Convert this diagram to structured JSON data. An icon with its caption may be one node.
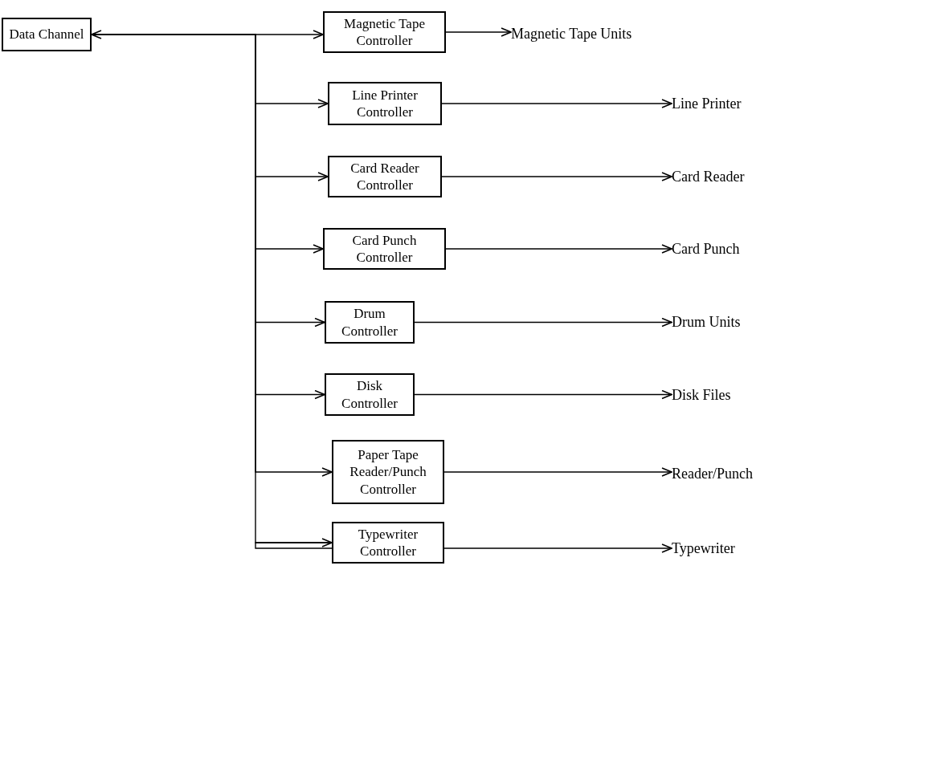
{
  "diagram": {
    "nodes": [
      {
        "text": [
          "Data Channel"
        ]
      },
      {
        "text": [
          "Magnetic Tape Controller"
        ]
      },
      {
        "text": [
          "Magnetic Tape Units"
        ]
      },
      {
        "text": [
          "Line Printer Controller"
        ]
      },
      {
        "text": [
          "Line Printer"
        ]
      },
      {
        "text": [
          "Card Reader Controller"
        ]
      },
      {
        "text": [
          "Card Reader"
        ]
      },
      {
        "text": [
          "Card Punch Controller"
        ]
      },
      {
        "text": [
          "Card Punch"
        ]
      },
      {
        "text": [
          "Drum Controller"
        ]
      },
      {
        "text": [
          "Drum Units"
        ]
      },
      {
        "text": [
          "Disk Controller"
        ]
      },
      {
        "text": [
          "Disk Files"
        ]
      },
      {
        "text": [
          "Paper Tape Reader/Punch Controller"
        ]
      },
      {
        "text": [
          "Reader/Punch"
        ]
      },
      {
        "text": [
          "Typewriter Controller"
        ]
      },
      {
        "text": [
          "Typewriter"
        ]
      }
    ],
    "edges": [
      {
        "from": 0,
        "to": 1,
        "arrow": "both"
      },
      {
        "from": 0,
        "to": 3,
        "arrow": "to"
      },
      {
        "from": 0,
        "to": 5,
        "arrow": "to"
      },
      {
        "from": 0,
        "to": 7,
        "arrow": "to"
      },
      {
        "from": 0,
        "to": 9,
        "arrow": "to"
      },
      {
        "from": 0,
        "to": 11,
        "arrow": "to"
      },
      {
        "from": 0,
        "to": 13,
        "arrow": "to"
      },
      {
        "from": 0,
        "to": 15,
        "arrow": "to"
      },
      {
        "from": 1,
        "to": 2,
        "arrow": "to"
      },
      {
        "from": 3,
        "to": 4,
        "arrow": "to"
      },
      {
        "from": 5,
        "to": 6,
        "arrow": "to"
      },
      {
        "from": 7,
        "to": 8,
        "arrow": "to"
      },
      {
        "from": 9,
        "to": 10,
        "arrow": "to"
      },
      {
        "from": 11,
        "to": 12,
        "arrow": "to"
      },
      {
        "from": 13,
        "to": 14,
        "arrow": "to"
      },
      {
        "from": 15,
        "to": 16,
        "arrow": "to"
      }
    ]
  }
}
